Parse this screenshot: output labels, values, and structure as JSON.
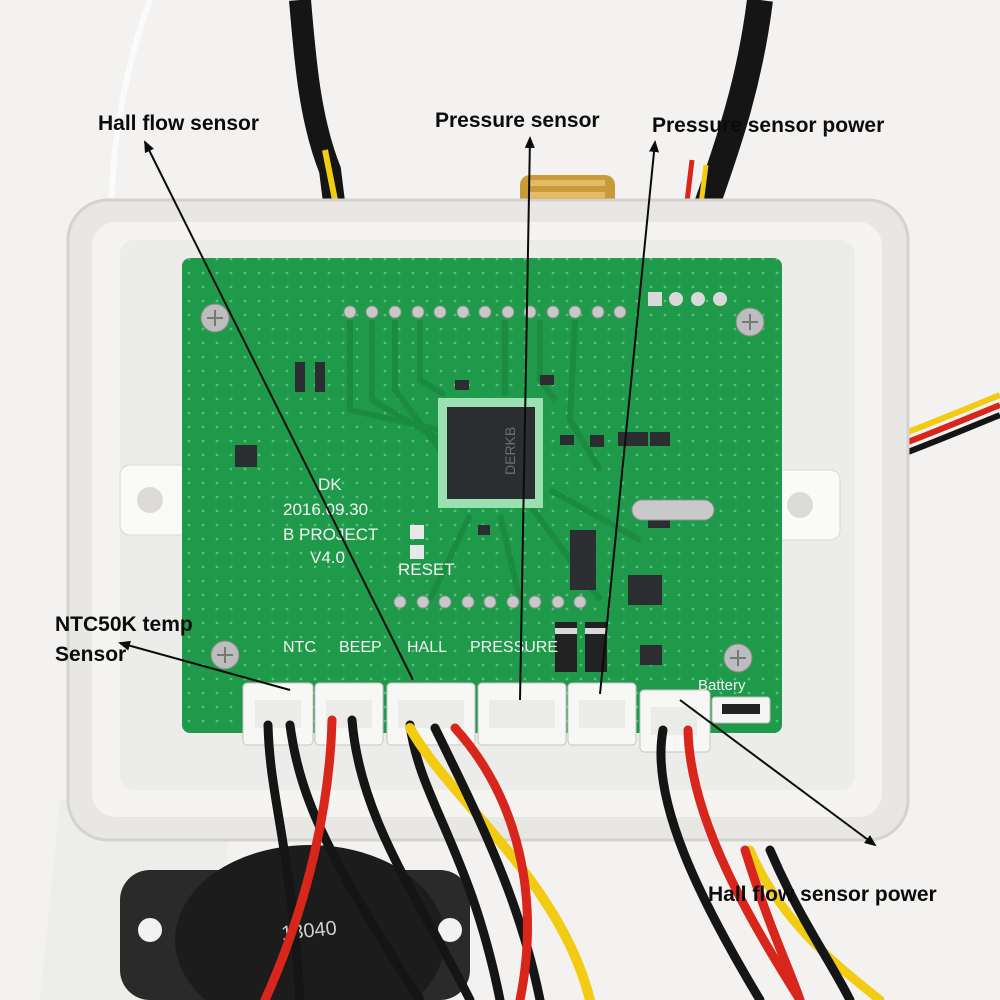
{
  "annotations": {
    "hall_flow_sensor": "Hall flow sensor",
    "pressure_sensor": "Pressure sensor",
    "pressure_sensor_power": "Pressure sensor power",
    "ntc_line1": "NTC50K temp",
    "ntc_line2": "Sensor",
    "hall_flow_sensor_power": "Hall flow sensor power"
  },
  "board": {
    "maker": "DK",
    "date": "2016.09.30",
    "project": "B PROJECT",
    "version": "V4.0",
    "reset_label": "RESET",
    "chip_marking": "DERKB",
    "battery_label": "Battery",
    "connector_labels": [
      "NTC",
      "BEEP",
      "HALL",
      "PRESSURE"
    ]
  },
  "buzzer_marking": "13040",
  "colors": {
    "background": "#f3f2f0",
    "enclosure": "#ecebe8",
    "pcb_green": "#1f9a4a",
    "trace_green": "#1a8a40",
    "chip": "#2b2d30",
    "wire_red": "#d9261c",
    "wire_yellow": "#f2cc12",
    "wire_black": "#151515",
    "annotation_text": "#0b0b0b"
  }
}
